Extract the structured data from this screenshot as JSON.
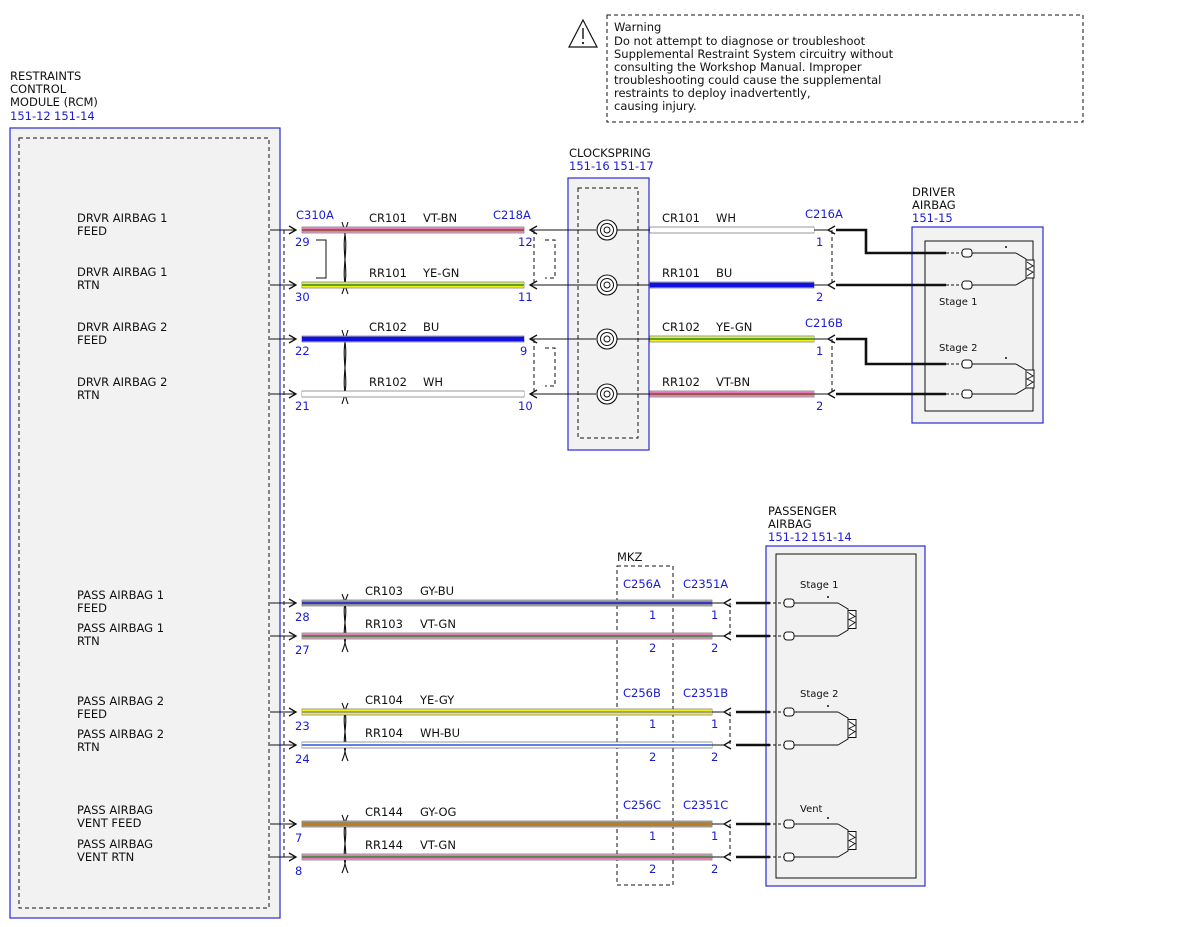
{
  "colors": {
    "VT-BN": [
      "#e27bb8",
      "#8a4a2a"
    ],
    "YE-GN": [
      "#f2ef16",
      "#2a8a2a"
    ],
    "BU": [
      "#1010e0",
      "#1010e0"
    ],
    "WH": [
      "#ffffff",
      "#ffffff"
    ],
    "GY-BU": [
      "#8c8c8c",
      "#1a1ad6"
    ],
    "VT-GN": [
      "#e27bb8",
      "#2a8a2a"
    ],
    "YE-GY": [
      "#f2ef16",
      "#8c8c8c"
    ],
    "WH-BU": [
      "#ffffff",
      "#2a5ad6"
    ],
    "GY-OG": [
      "#9c8458",
      "#c67a20"
    ],
    "label_blue": "#1a1ad6"
  },
  "warning": {
    "icon": "warning-triangle-icon",
    "title": "Warning",
    "lines": [
      "Do not attempt to diagnose or troubleshoot",
      "Supplemental Restraint System circuitry without",
      "consulting the Workshop Manual. Improper",
      "troubleshooting could cause the supplemental",
      "restraints to deploy inadvertently,",
      "causing injury."
    ]
  },
  "rcm": {
    "name_lines": [
      "RESTRAINTS",
      "CONTROL",
      "MODULE (RCM)"
    ],
    "refs": [
      "151-12",
      "151-14"
    ],
    "pins": [
      {
        "lines": [
          "DRVR AIRBAG 1",
          "FEED"
        ]
      },
      {
        "lines": [
          "DRVR AIRBAG 1",
          "RTN"
        ]
      },
      {
        "lines": [
          "DRVR AIRBAG 2",
          "FEED"
        ]
      },
      {
        "lines": [
          "DRVR AIRBAG 2",
          "RTN"
        ]
      },
      {
        "lines": [
          "PASS AIRBAG 1",
          "FEED"
        ]
      },
      {
        "lines": [
          "PASS AIRBAG 1",
          "RTN"
        ]
      },
      {
        "lines": [
          "PASS AIRBAG 2",
          "FEED"
        ]
      },
      {
        "lines": [
          "PASS AIRBAG 2",
          "RTN"
        ]
      },
      {
        "lines": [
          "PASS AIRBAG",
          "VENT FEED"
        ]
      },
      {
        "lines": [
          "PASS AIRBAG",
          "VENT RTN"
        ]
      }
    ]
  },
  "clockspring": {
    "name": "CLOCKSPRING",
    "refs": [
      "151-16",
      "151-17"
    ]
  },
  "driver_airbag": {
    "name_lines": [
      "DRIVER",
      "AIRBAG"
    ],
    "ref": "151-15",
    "stages": [
      "Stage 1",
      "Stage 2"
    ]
  },
  "passenger_airbag": {
    "name_lines": [
      "PASSENGER",
      "AIRBAG"
    ],
    "refs": [
      "151-12",
      "151-14"
    ],
    "stages": [
      "Stage 1",
      "Stage 2",
      "Vent"
    ]
  },
  "mkz": {
    "label": "MKZ"
  },
  "driver_circuits": [
    {
      "left_conn": "C310A",
      "left_pin": "29",
      "circuit": "CR101",
      "color": "VT-BN",
      "mid_conn": "C218A",
      "mid_pin": "12",
      "right_circuit": "CR101",
      "right_color": "WH",
      "right_conn": "C216A",
      "right_pin": "1"
    },
    {
      "left_conn": "",
      "left_pin": "30",
      "circuit": "RR101",
      "color": "YE-GN",
      "mid_conn": "",
      "mid_pin": "11",
      "right_circuit": "RR101",
      "right_color": "BU",
      "right_conn": "",
      "right_pin": "2"
    },
    {
      "left_conn": "",
      "left_pin": "22",
      "circuit": "CR102",
      "color": "BU",
      "mid_conn": "",
      "mid_pin": "9",
      "right_circuit": "CR102",
      "right_color": "YE-GN",
      "right_conn": "C216B",
      "right_pin": "1"
    },
    {
      "left_conn": "",
      "left_pin": "21",
      "circuit": "RR102",
      "color": "WH",
      "mid_conn": "",
      "mid_pin": "10",
      "right_circuit": "RR102",
      "right_color": "VT-BN",
      "right_conn": "",
      "right_pin": "2"
    }
  ],
  "passenger_circuits": [
    {
      "left_pin": "28",
      "circuit": "CR103",
      "color": "GY-BU",
      "mkz_conn": "C256A",
      "mkz_pin": "1",
      "right_conn": "C2351A",
      "right_pin": "1"
    },
    {
      "left_pin": "27",
      "circuit": "RR103",
      "color": "VT-GN",
      "mkz_conn": "",
      "mkz_pin": "2",
      "right_conn": "",
      "right_pin": "2"
    },
    {
      "left_pin": "23",
      "circuit": "CR104",
      "color": "YE-GY",
      "mkz_conn": "C256B",
      "mkz_pin": "1",
      "right_conn": "C2351B",
      "right_pin": "1"
    },
    {
      "left_pin": "24",
      "circuit": "RR104",
      "color": "WH-BU",
      "mkz_conn": "",
      "mkz_pin": "2",
      "right_conn": "",
      "right_pin": "2"
    },
    {
      "left_pin": "7",
      "circuit": "CR144",
      "color": "GY-OG",
      "mkz_conn": "C256C",
      "mkz_pin": "1",
      "right_conn": "C2351C",
      "right_pin": "1"
    },
    {
      "left_pin": "8",
      "circuit": "RR144",
      "color": "VT-GN",
      "mkz_conn": "",
      "mkz_pin": "2",
      "right_conn": "",
      "right_pin": "2"
    }
  ]
}
